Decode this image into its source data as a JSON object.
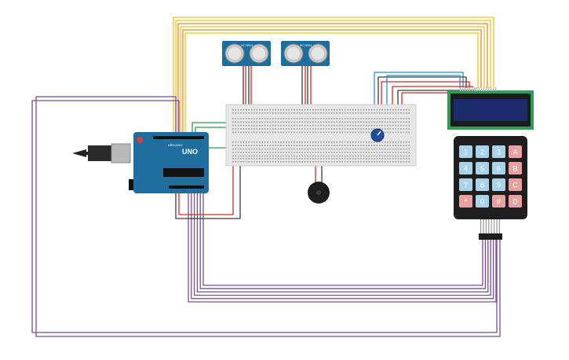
{
  "arduino": {
    "brand_label": "ARDUINO",
    "model_label": "UNO",
    "board_color": "#1f6e9e"
  },
  "sensors": [
    {
      "id": "sensor-1",
      "label": "HC-SR04"
    },
    {
      "id": "sensor-2",
      "label": "HC-SR04"
    }
  ],
  "keypad": {
    "keys": [
      "1",
      "2",
      "3",
      "A",
      "4",
      "5",
      "6",
      "B",
      "7",
      "8",
      "9",
      "C",
      "*",
      "0",
      "#",
      "D"
    ],
    "number_key_color": "#a9d3ea",
    "letter_key_color": "#e8a0a0"
  },
  "lcd": {
    "screen_color": "#1b2a6b",
    "pcb_color": "#2e9d57"
  },
  "wire_colors": {
    "yellow": "#f2c318",
    "orange": "#e6892b",
    "purple": "#7d4a9e",
    "green": "#2f9b43",
    "red": "#d22a2a",
    "black": "#3a3a3a",
    "blue": "#2b8ec9"
  }
}
